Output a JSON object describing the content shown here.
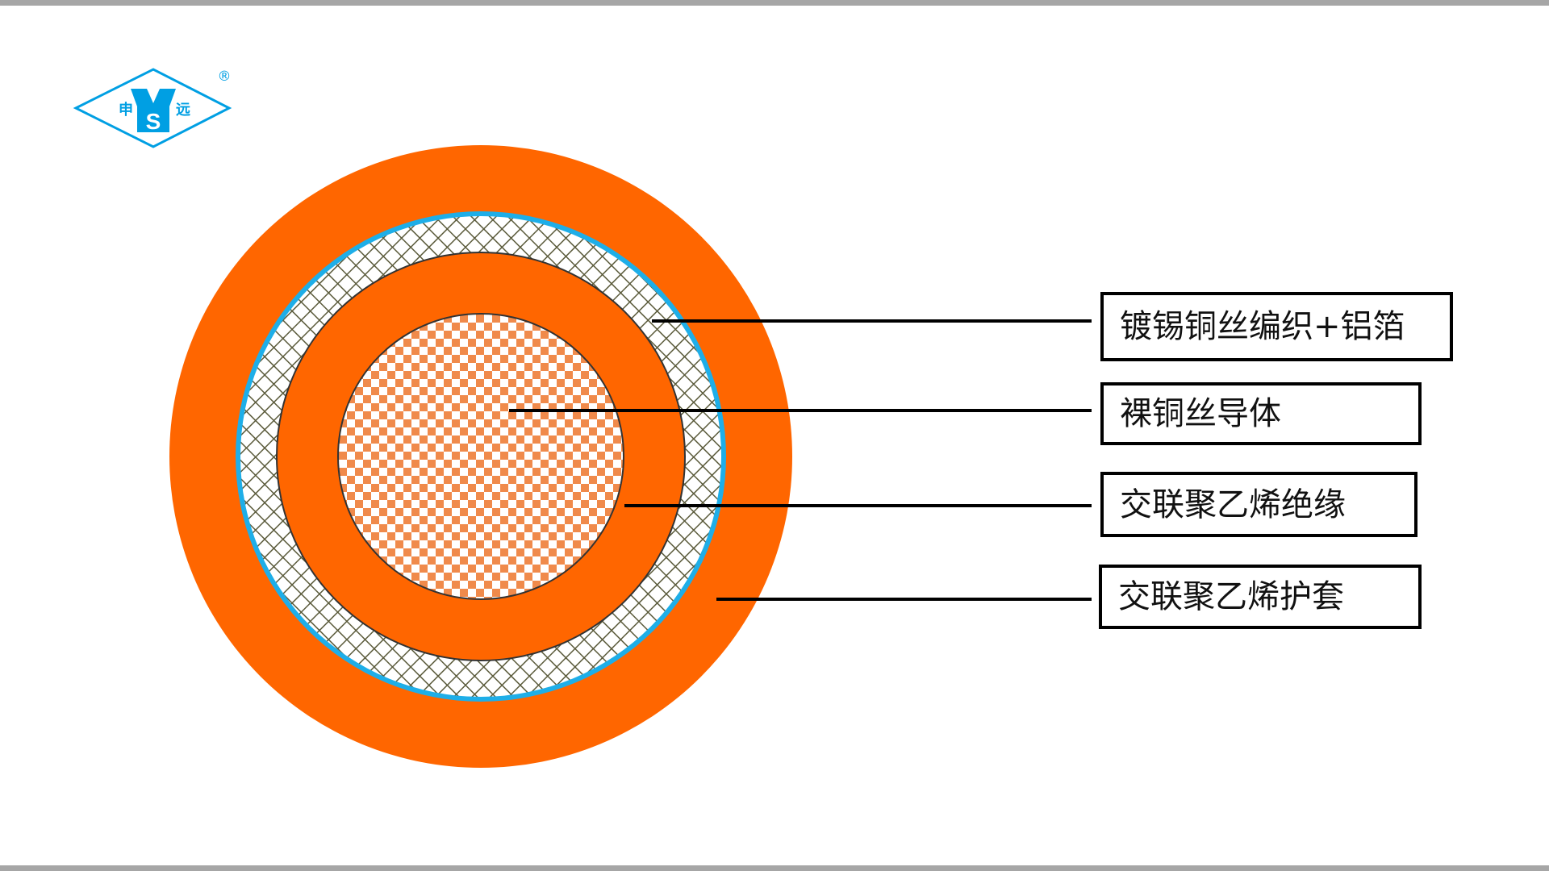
{
  "logo": {
    "left_char": "申",
    "right_char": "远",
    "center_letter": "S",
    "registered": "®",
    "color": "#009fe3"
  },
  "labels": [
    {
      "text": "镀锡铜丝编织+铝箔",
      "target": "shield"
    },
    {
      "text": "裸铜丝导体",
      "target": "conductor"
    },
    {
      "text": "交联聚乙烯绝缘",
      "target": "insulation"
    },
    {
      "text": "交联聚乙烯护套",
      "target": "sheath"
    }
  ],
  "colors": {
    "orange": "#ff6600",
    "blue": "#1eaee8",
    "braid": "#5a5a3a",
    "frame": "#a6a6a6"
  }
}
